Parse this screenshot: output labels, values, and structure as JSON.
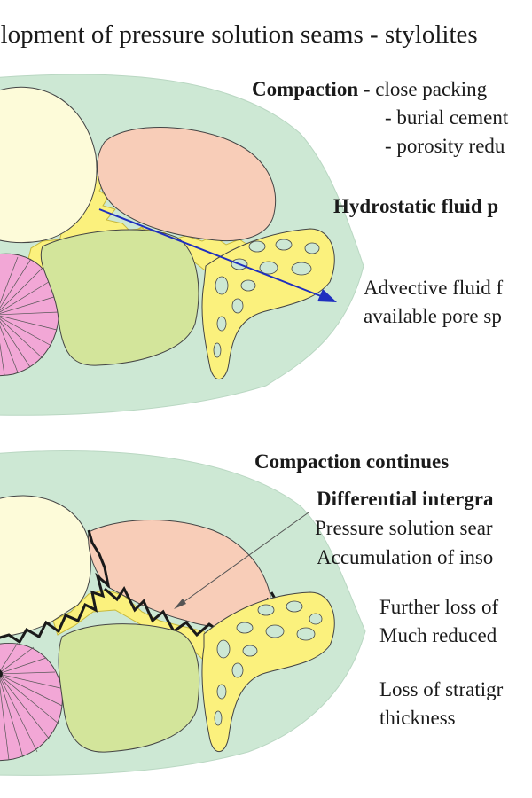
{
  "title": "...elopment of pressure solution seams - stylolites",
  "panel_top": {
    "heading": "Compaction",
    "heading_suffix": " - close packing",
    "bullet_1": "- burial cement",
    "bullet_2": "- porosity redu",
    "fluid_heading": "Hydrostatic fluid p",
    "note_line_1": "Advective fluid f",
    "note_line_2": "available pore sp"
  },
  "panel_bottom": {
    "heading": "Compaction continues",
    "subheading": "Differential intergra",
    "line_1": "Pressure solution sear",
    "line_2": "Accumulation of inso",
    "line_3": "Further loss of",
    "line_4": "Much reduced",
    "line_5": "Loss of stratigr",
    "line_6": "thickness"
  },
  "colors": {
    "matrix": "#cde8d4",
    "cream_grain": "#fdfbd9",
    "peach_grain": "#f8cdb8",
    "green_grain": "#d3e59b",
    "pink_grain": "#f2a7d6",
    "yellow_cement": "#fbf17d",
    "fluid_arrow": "#1f2fbf",
    "stylolite": "#1a1a1a"
  }
}
